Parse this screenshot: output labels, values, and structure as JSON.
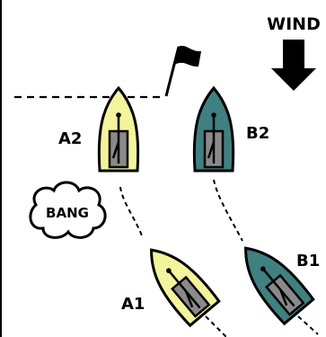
{
  "diagram": {
    "wind_label": "WIND",
    "sound_label": "BANG",
    "boats": [
      {
        "id": "A2",
        "color": "#f4f49a",
        "team": "A"
      },
      {
        "id": "B2",
        "color": "#3f8080",
        "team": "B"
      },
      {
        "id": "A1",
        "color": "#f4f49a",
        "team": "A"
      },
      {
        "id": "B1",
        "color": "#3f8080",
        "team": "B"
      }
    ],
    "colors": {
      "yellow_team": "#f4f49a",
      "teal_team": "#3f8080",
      "outline": "#000000",
      "background": "#ffffff"
    }
  }
}
